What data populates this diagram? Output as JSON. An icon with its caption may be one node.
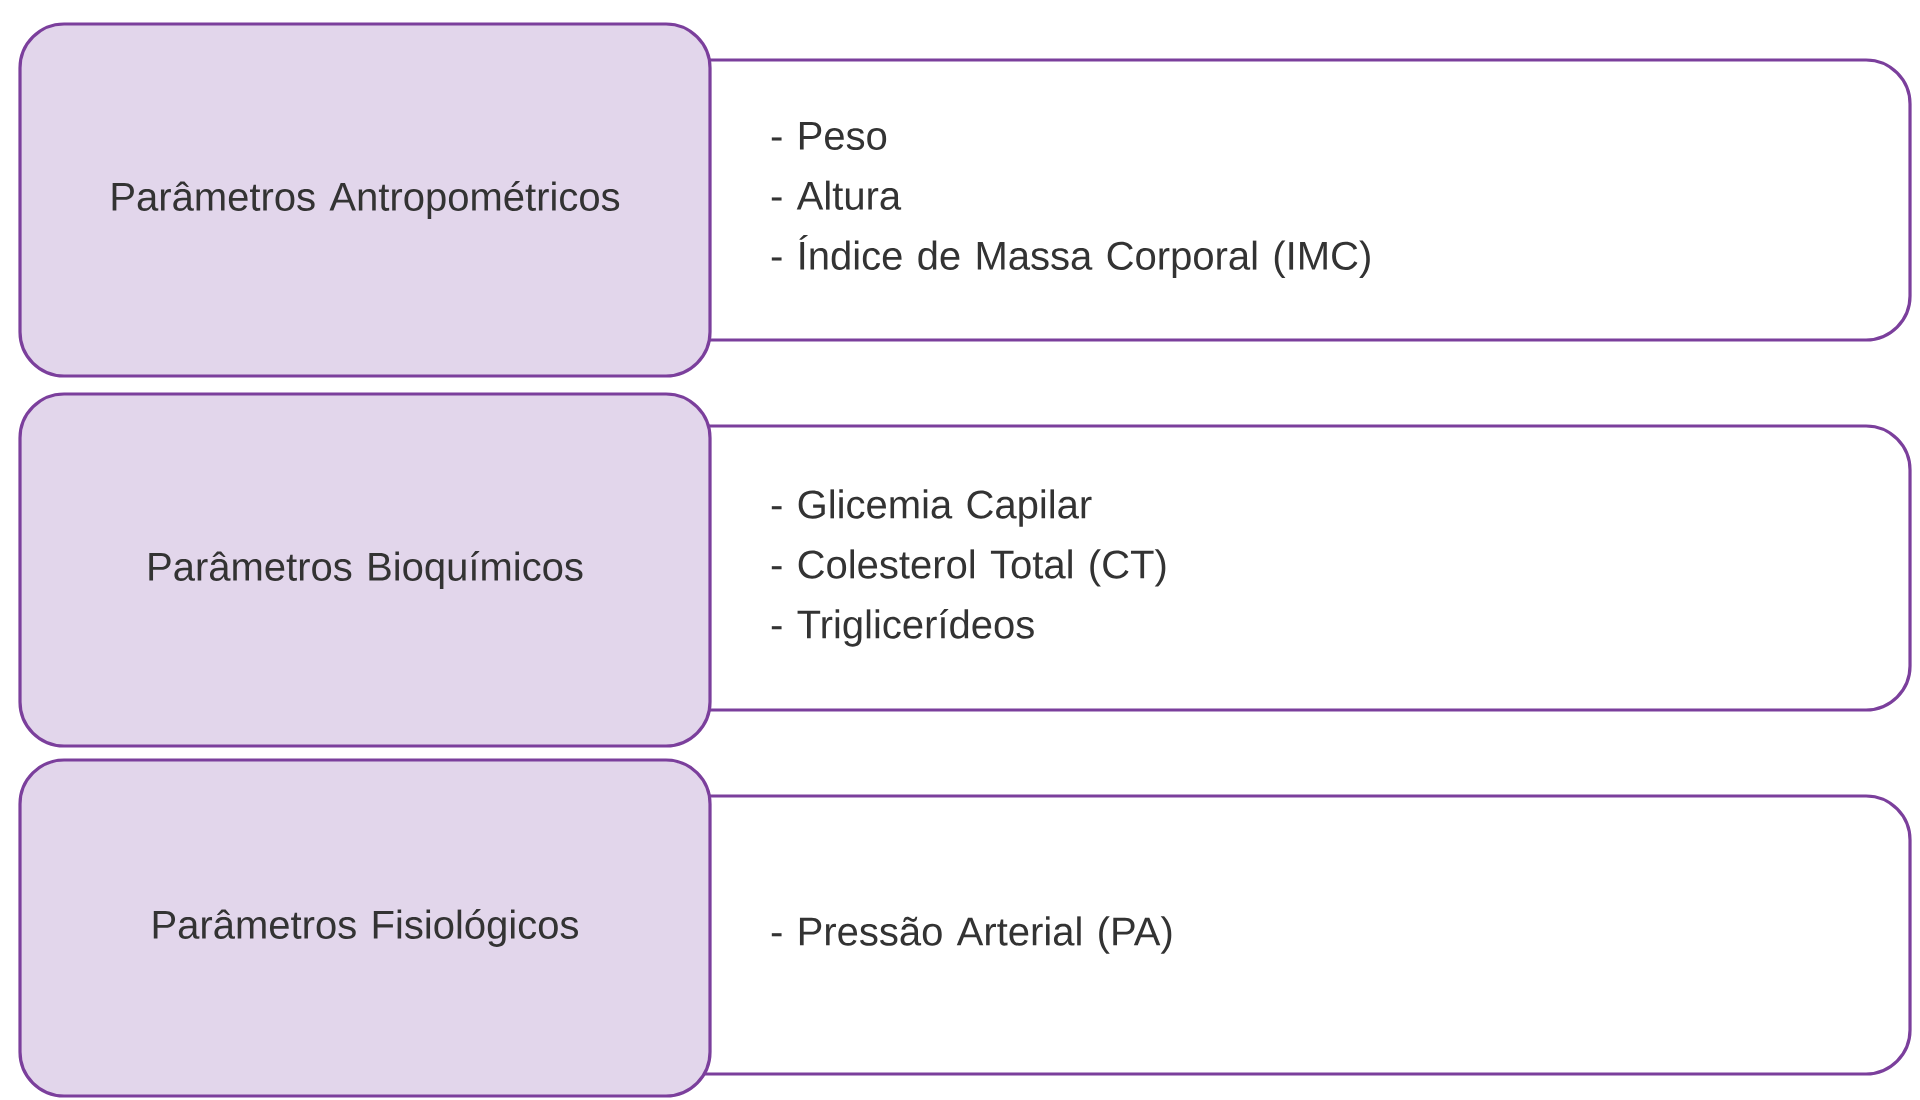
{
  "diagram": {
    "nodes": [
      {
        "text": [
          "Parâmetros Antropométricos"
        ]
      },
      {
        "text": [
          "- Peso",
          "- Altura",
          "- Índice de Massa Corporal (IMC)"
        ]
      },
      {
        "text": [
          "Parâmetros Bioquímicos"
        ]
      },
      {
        "text": [
          "- Glicemia Capilar",
          "- Colesterol Total (CT)",
          "- Triglicerídeos"
        ]
      },
      {
        "text": [
          "Parâmetros Fisiológicos"
        ]
      },
      {
        "text": [
          "- Pressão Arterial (PA)"
        ]
      }
    ]
  }
}
